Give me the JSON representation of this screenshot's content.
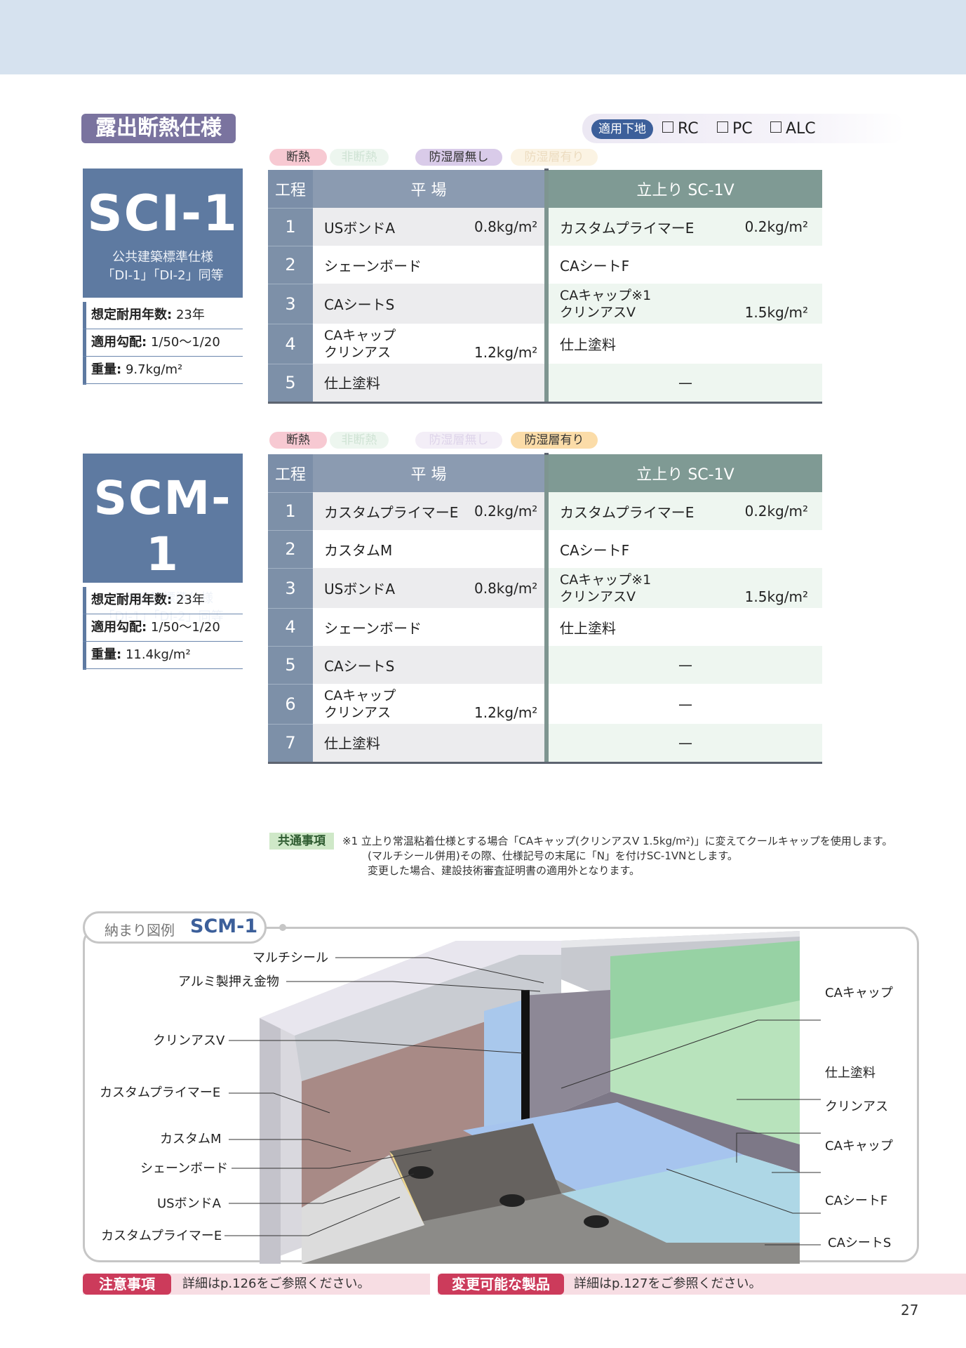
{
  "section_title": "露出断熱仕様",
  "applicable": {
    "tag": "適用下地",
    "options": [
      "RC",
      "PC",
      "ALC"
    ]
  },
  "sci1": {
    "code": "SCI-1",
    "standard_l1": "公共建築標準仕様",
    "standard_l2": "「DI-1」「DI-2」同等",
    "pills": [
      "断熱",
      "非断熱",
      "防湿層無し",
      "防湿層有り"
    ],
    "specs": [
      {
        "label": "想定耐用年数:",
        "value": "23年"
      },
      {
        "label": "適用勾配:",
        "value": "1/50〜1/20"
      },
      {
        "label": "重量:",
        "value": "9.7kg/m²"
      }
    ],
    "header": {
      "process": "工程",
      "flat": "平 場",
      "rise": "立上り SC-1V"
    },
    "rows": [
      {
        "n": "1",
        "flat": "USボンドA",
        "flat_amt": "0.8kg/m²",
        "rise": "カスタムプライマーE",
        "rise_amt": "0.2kg/m²"
      },
      {
        "n": "2",
        "flat": "シェーンボード",
        "flat_amt": "",
        "rise": "CAシートF",
        "rise_amt": ""
      },
      {
        "n": "3",
        "flat": "CAシートS",
        "flat_amt": "",
        "rise": "CAキャップ※1",
        "rise2": "クリンアスV",
        "rise_amt": "1.5kg/m²"
      },
      {
        "n": "4",
        "flat": "CAキャップ",
        "flat2": "クリンアス",
        "flat_amt": "1.2kg/m²",
        "rise": "仕上塗料",
        "rise_amt": ""
      },
      {
        "n": "5",
        "flat": "仕上塗料",
        "flat_amt": "",
        "rise": "—",
        "rise_amt": ""
      }
    ]
  },
  "scm1": {
    "code": "SCM-1",
    "standard_l1": "公共建築標準仕様",
    "standard_l2": "「DI-1」「DI-2」同等",
    "pills": [
      "断熱",
      "非断熱",
      "防湿層無し",
      "防湿層有り"
    ],
    "specs": [
      {
        "label": "想定耐用年数:",
        "value": "23年"
      },
      {
        "label": "適用勾配:",
        "value": "1/50〜1/20"
      },
      {
        "label": "重量:",
        "value": "11.4kg/m²"
      }
    ],
    "header": {
      "process": "工程",
      "flat": "平 場",
      "rise": "立上り SC-1V"
    },
    "rows": [
      {
        "n": "1",
        "flat": "カスタムプライマーE",
        "flat_amt": "0.2kg/m²",
        "rise": "カスタムプライマーE",
        "rise_amt": "0.2kg/m²"
      },
      {
        "n": "2",
        "flat": "カスタムM",
        "flat_amt": "",
        "rise": "CAシートF",
        "rise_amt": ""
      },
      {
        "n": "3",
        "flat": "USボンドA",
        "flat_amt": "0.8kg/m²",
        "rise": "CAキャップ※1",
        "rise2": "クリンアスV",
        "rise_amt": "1.5kg/m²"
      },
      {
        "n": "4",
        "flat": "シェーンボード",
        "flat_amt": "",
        "rise": "仕上塗料",
        "rise_amt": ""
      },
      {
        "n": "5",
        "flat": "CAシートS",
        "flat_amt": "",
        "rise": "—",
        "rise_amt": ""
      },
      {
        "n": "6",
        "flat": "CAキャップ",
        "flat2": "クリンアス",
        "flat_amt": "1.2kg/m²",
        "rise": "—",
        "rise_amt": ""
      },
      {
        "n": "7",
        "flat": "仕上塗料",
        "flat_amt": "",
        "rise": "—",
        "rise_amt": ""
      }
    ]
  },
  "common_notes": {
    "tag": "共通事項",
    "lines": [
      "※1 立上り常温粘着仕様とする場合「CAキャップ(クリンアスV 1.5kg/m²)」に変えてクールキャップを使用します。",
      "(マルチシール併用)その際、仕様記号の末尾に「N」を付けSC-1VNとします。",
      "変更した場合、建設技術審査証明書の適用外となります。"
    ]
  },
  "diagram": {
    "tag": "納まり図例",
    "code": "SCM-1",
    "left_labels": [
      "マルチシール",
      "アルミ製押え金物",
      "クリンアスV",
      "カスタムプライマーE",
      "カスタムM",
      "シェーンボード",
      "USボンドA",
      "カスタムプライマーE"
    ],
    "right_labels": [
      "CAキャップ",
      "仕上塗料",
      "クリンアス",
      "CAキャップ",
      "CAシートF",
      "CAシートS"
    ]
  },
  "footer": {
    "caution_tag": "注意事項",
    "caution_text": "詳細はp.126をご参照ください。",
    "change_tag": "変更可能な製品",
    "change_text": "詳細はp.127をご参照ください。"
  },
  "page_number": "27"
}
